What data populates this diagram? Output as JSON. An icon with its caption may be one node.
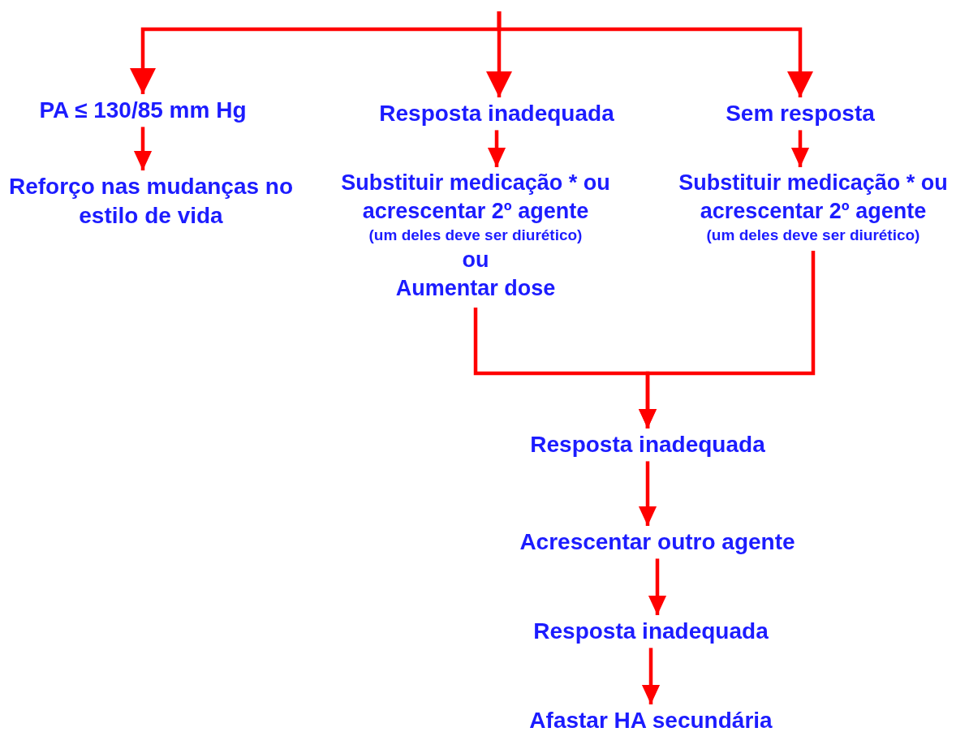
{
  "diagram": {
    "nodes": [
      {
        "text": [
          "PA ≤ 130/85 mm Hg"
        ]
      },
      {
        "text": [
          "Resposta inadequada"
        ]
      },
      {
        "text": [
          "Sem resposta"
        ]
      },
      {
        "text": [
          "Reforço nas mudanças no estilo de vida"
        ]
      },
      {
        "text": [
          "Substituir medicação * ou acrescentar 2º agente",
          "(um deles deve ser diurético)",
          "ou",
          "Aumentar dose"
        ]
      },
      {
        "text": [
          "Substituir medicação * ou acrescentar 2º agente",
          "(um deles deve ser diurético)"
        ]
      },
      {
        "text": [
          "Resposta inadequada"
        ]
      },
      {
        "text": [
          "Acrescentar outro agente"
        ]
      },
      {
        "text": [
          "Resposta inadequada"
        ]
      },
      {
        "text": [
          "Afastar HA secundária"
        ]
      }
    ],
    "edges": [
      {
        "from": null,
        "to": 0,
        "arrow": "to"
      },
      {
        "from": null,
        "to": 1,
        "arrow": "to"
      },
      {
        "from": null,
        "to": 2,
        "arrow": "to"
      },
      {
        "from": 0,
        "to": 3,
        "arrow": "to"
      },
      {
        "from": 1,
        "to": 4,
        "arrow": "to"
      },
      {
        "from": 2,
        "to": 5,
        "arrow": "to"
      },
      {
        "from": 4,
        "to": 6,
        "arrow": "to"
      },
      {
        "from": 5,
        "to": 6,
        "arrow": "to"
      },
      {
        "from": 6,
        "to": 7,
        "arrow": "to"
      },
      {
        "from": 7,
        "to": 8,
        "arrow": "to"
      },
      {
        "from": 8,
        "to": 9,
        "arrow": "to"
      }
    ]
  }
}
